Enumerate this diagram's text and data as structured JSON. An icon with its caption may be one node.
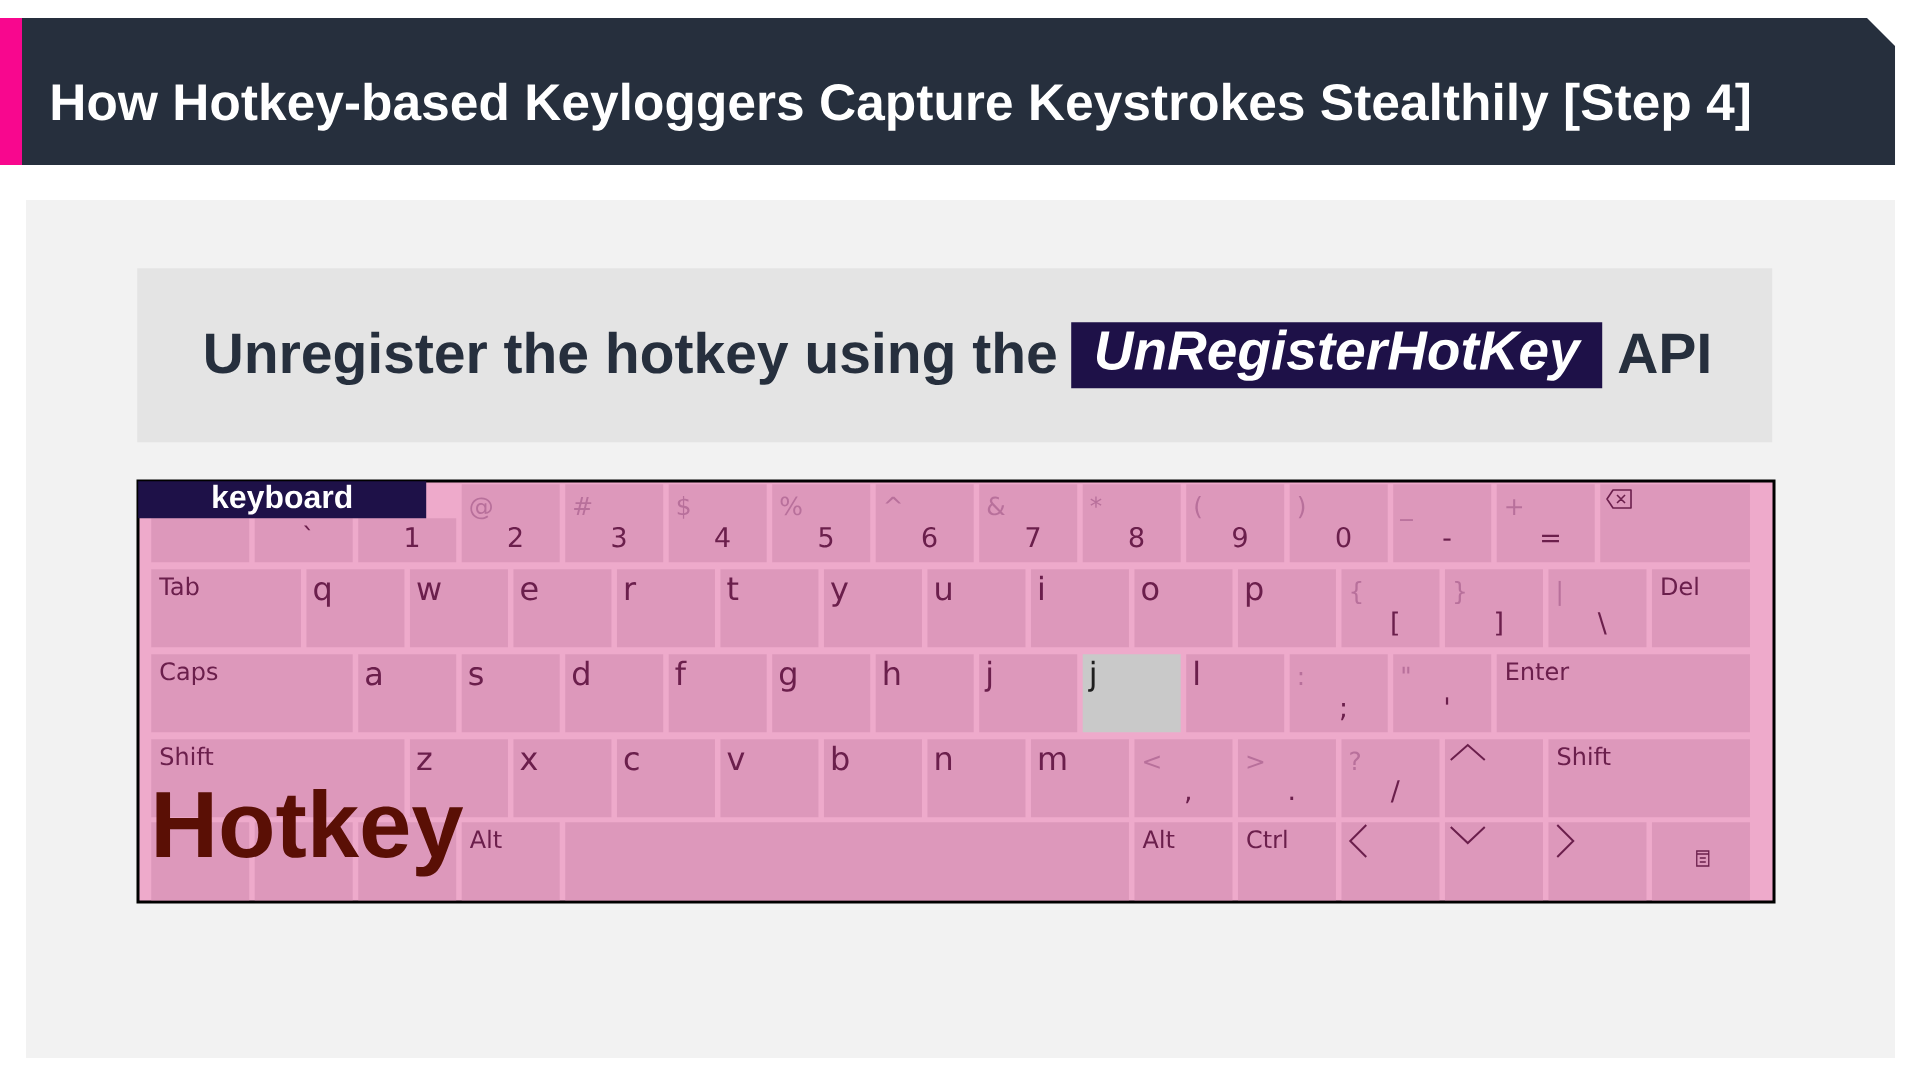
{
  "diagram": {
    "title": "How Hotkey-based Keyloggers Capture Keystrokes Stealthily [Step 4]",
    "nodes": [
      {
        "text": [
          "Unregister the hotkey using the",
          "API"
        ]
      },
      {
        "text": [
          "UnRegisterHotKey"
        ],
        "in": 0
      },
      {
        "text": [
          "keyboard"
        ]
      },
      {
        "text": [],
        "shape": "box",
        "in": 2
      },
      {
        "text": [
          "`"
        ],
        "in": 2
      },
      {
        "text": [
          "1"
        ],
        "in": 2
      },
      {
        "text": [
          "@",
          "2"
        ],
        "in": 2
      },
      {
        "text": [
          "#",
          "3"
        ],
        "in": 2
      },
      {
        "text": [
          "$",
          "4"
        ],
        "in": 2
      },
      {
        "text": [
          "%",
          "5"
        ],
        "in": 2
      },
      {
        "text": [
          "^",
          "6"
        ],
        "in": 2
      },
      {
        "text": [
          "&",
          "7"
        ],
        "in": 2
      },
      {
        "text": [
          "*",
          "8"
        ],
        "in": 2
      },
      {
        "text": [
          "(",
          "9"
        ],
        "in": 2
      },
      {
        "text": [
          ")",
          "0"
        ],
        "in": 2
      },
      {
        "text": [
          "_",
          "-"
        ],
        "in": 2
      },
      {
        "text": [
          "+",
          "="
        ],
        "in": 2
      },
      {
        "text": [],
        "shape": "box",
        "in": 2
      },
      {
        "text": [
          "Tab"
        ],
        "in": 2
      },
      {
        "text": [
          "q"
        ],
        "in": 2
      },
      {
        "text": [
          "w"
        ],
        "in": 2
      },
      {
        "text": [
          "e"
        ],
        "in": 2
      },
      {
        "text": [
          "r"
        ],
        "in": 2
      },
      {
        "text": [
          "t"
        ],
        "in": 2
      },
      {
        "text": [
          "y"
        ],
        "in": 2
      },
      {
        "text": [
          "u"
        ],
        "in": 2
      },
      {
        "text": [
          "i"
        ],
        "in": 2
      },
      {
        "text": [
          "o"
        ],
        "in": 2
      },
      {
        "text": [
          "p"
        ],
        "in": 2
      },
      {
        "text": [
          "{",
          "["
        ],
        "in": 2
      },
      {
        "text": [
          "}",
          "]"
        ],
        "in": 2
      },
      {
        "text": [
          "|",
          "\\"
        ],
        "in": 2
      },
      {
        "text": [
          "Del"
        ],
        "in": 2
      },
      {
        "text": [
          "Caps"
        ],
        "in": 2
      },
      {
        "text": [
          "a"
        ],
        "in": 2
      },
      {
        "text": [
          "s"
        ],
        "in": 2
      },
      {
        "text": [
          "d"
        ],
        "in": 2
      },
      {
        "text": [
          "f"
        ],
        "in": 2
      },
      {
        "text": [
          "g"
        ],
        "in": 2
      },
      {
        "text": [
          "h"
        ],
        "in": 2
      },
      {
        "text": [
          "j"
        ],
        "in": 2
      },
      {
        "text": [
          "j"
        ],
        "in": 2
      },
      {
        "text": [
          "l"
        ],
        "in": 2
      },
      {
        "text": [
          ":",
          ";"
        ],
        "in": 2
      },
      {
        "text": [
          "\"",
          "'"
        ],
        "in": 2
      },
      {
        "text": [
          "Enter"
        ],
        "in": 2
      },
      {
        "text": [
          "Shift"
        ],
        "in": 2
      },
      {
        "text": [
          "z"
        ],
        "in": 2
      },
      {
        "text": [
          "x"
        ],
        "in": 2
      },
      {
        "text": [
          "c"
        ],
        "in": 2
      },
      {
        "text": [
          "v"
        ],
        "in": 2
      },
      {
        "text": [
          "b"
        ],
        "in": 2
      },
      {
        "text": [
          "n"
        ],
        "in": 2
      },
      {
        "text": [
          "m"
        ],
        "in": 2
      },
      {
        "text": [
          "<",
          ","
        ],
        "in": 2
      },
      {
        "text": [
          ">",
          "."
        ],
        "in": 2
      },
      {
        "text": [
          "?",
          "/"
        ],
        "in": 2
      },
      {
        "text": [],
        "shape": "box",
        "in": 2
      },
      {
        "text": [
          "Shift"
        ],
        "in": 2
      },
      {
        "text": [],
        "shape": "box",
        "in": 2
      },
      {
        "text": [],
        "shape": "box",
        "in": 2
      },
      {
        "text": [],
        "shape": "box",
        "in": 2
      },
      {
        "text": [
          "Alt"
        ],
        "in": 2
      },
      {
        "text": [],
        "shape": "box",
        "in": 2
      },
      {
        "text": [
          "Alt"
        ],
        "in": 2
      },
      {
        "text": [
          "Ctrl"
        ],
        "in": 2
      },
      {
        "text": [],
        "shape": "box",
        "in": 2
      },
      {
        "text": [],
        "shape": "box",
        "in": 2
      },
      {
        "text": [],
        "shape": "box",
        "in": 2
      },
      {
        "text": [],
        "shape": "box",
        "in": 2
      }
    ],
    "labels": [
      "Hotkey"
    ]
  }
}
